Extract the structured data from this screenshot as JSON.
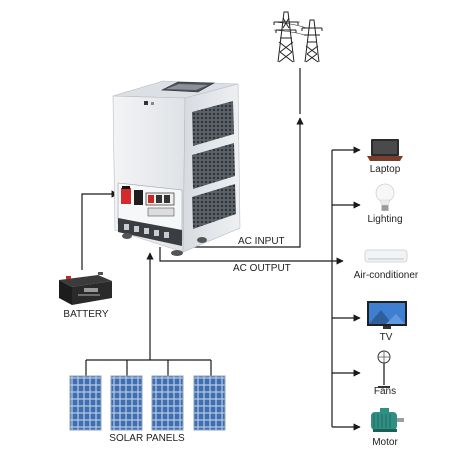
{
  "labels": {
    "ac_input": "AC INPUT",
    "ac_output": "AC OUTPUT",
    "battery": "BATTERY",
    "solar_panels": "SOLAR PANELS"
  },
  "loads": [
    {
      "name": "Laptop",
      "icon": "laptop-icon"
    },
    {
      "name": "Lighting",
      "icon": "light-bulb-icon"
    },
    {
      "name": "Air-conditioner",
      "icon": "air-conditioner-icon"
    },
    {
      "name": "TV",
      "icon": "tv-icon"
    },
    {
      "name": "Fans",
      "icon": "fan-icon"
    },
    {
      "name": "Motor",
      "icon": "motor-icon"
    }
  ],
  "icons": {
    "grid": "power-tower-icon",
    "inverter": "inverter-cabinet",
    "battery": "battery-icon",
    "solar": "solar-panel-icon"
  },
  "colors": {
    "line": "#1a1a1a",
    "cabinet": "#e9ecef",
    "panel_cell": "#3f6fb0",
    "breaker_red": "#d42a2a",
    "motor": "#2f8f82"
  }
}
